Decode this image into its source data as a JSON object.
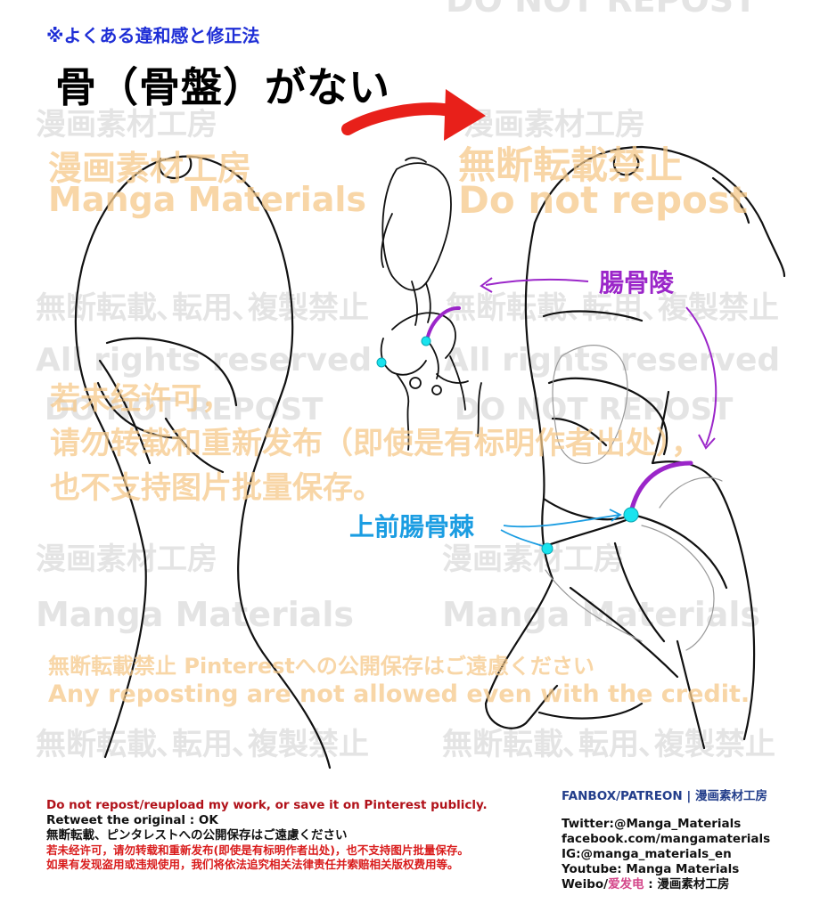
{
  "header": {
    "subtitle": "※よくある違和感と修正法",
    "title": "骨（骨盤）がない"
  },
  "labels": {
    "iliac_crest": "腸骨陵",
    "asis": "上前腸骨棘"
  },
  "watermarks": {
    "studio_jp": "漫画素材工房",
    "studio_en": "Manga Materials",
    "no_repost_jp": "無断転載禁止",
    "no_repost_en": "Do not repost",
    "no_copy_jp": "無断転載､転用､複製禁止",
    "rights": "All rights reserved",
    "do_not_repost_caps": "DO NOT REPOST",
    "cn_line1": "若未经许可，",
    "cn_line2": "请勿转载和重新发布（即使是有标明作者出处），",
    "cn_line3": "也不支持图片批量保存。",
    "pinterest_jp": "無断転載禁止 Pinterestへの公開保存はご遠慮ください",
    "credit_en": "Any reposting are not allowed even with the credit."
  },
  "footer": {
    "left": {
      "line1": "Do not repost/reupload my work, or save it on Pinterest publicly.",
      "line2": "Retweet the original : OK",
      "line3": "無断転載、ピンタレストへの公開保存はご遠慮ください",
      "line4": "若未经许可，请勿转载和重新发布(即使是有标明作者出处)，也不支持图片批量保存。",
      "line5": "如果有发现盗用或违规使用，我们将依法追究相关法律责任并索赔相关版权费用等。"
    },
    "right": {
      "fanbox": "FANBOX/PATREON | 漫画素材工房",
      "twitter": "Twitter:@Manga_Materials",
      "facebook": "facebook.com/mangamaterials",
      "ig": "IG:@manga_materials_en",
      "youtube": "Youtube: Manga Materials",
      "weibo_prefix": "Weibo/",
      "weibo_pink": "爱发电",
      "weibo_suffix": " : 漫画素材工房"
    }
  },
  "colors": {
    "title_blue": "#1f2fd6",
    "arrow_red": "#e8201a",
    "label_purple": "#9b26c9",
    "label_blue": "#1b9de2",
    "dot_cyan": "#19e3ee",
    "watermark_orange": "#f6c98a"
  }
}
